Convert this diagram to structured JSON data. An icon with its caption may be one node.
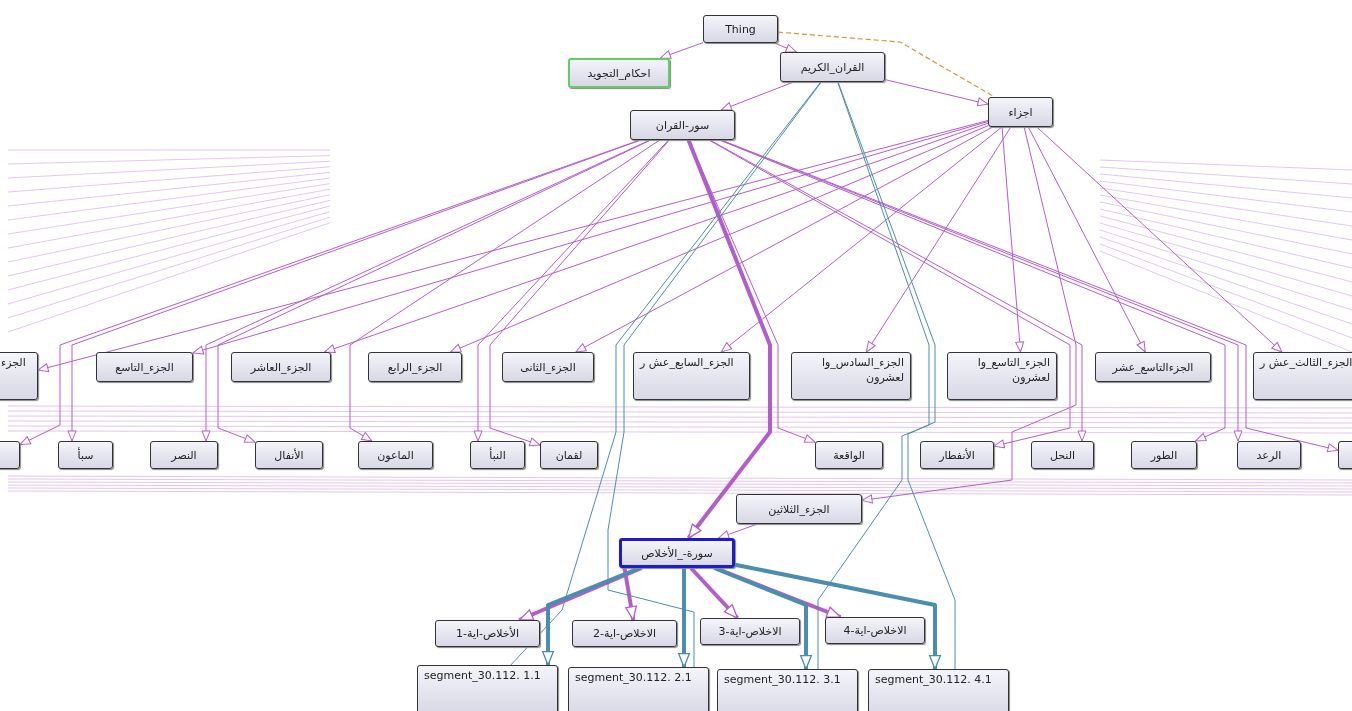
{
  "diagram": {
    "nodes": [
      {
        "text": [
          "Thing"
        ]
      },
      {
        "text": [
          "احكام_التجويد"
        ]
      },
      {
        "text": [
          "القران_الكريم"
        ]
      },
      {
        "text": [
          "اجزاء"
        ]
      },
      {
        "text": [
          "سور-القران"
        ]
      },
      {
        "text": [
          "الجزء"
        ]
      },
      {
        "text": [
          "الجزء_التاسع"
        ]
      },
      {
        "text": [
          "الجزء_العاشر"
        ]
      },
      {
        "text": [
          "الجزء_الرابع"
        ]
      },
      {
        "text": [
          "الجزء_الثانى"
        ]
      },
      {
        "text": [
          "الجزء_السابع_عش ر"
        ]
      },
      {
        "text": [
          "الجزء_السادس_وا لعشرون"
        ]
      },
      {
        "text": [
          "الجزء_التاسع_وا لعشرون"
        ]
      },
      {
        "text": [
          "الجزءالتاسع_عشر"
        ]
      },
      {
        "text": [
          "الجزء_الثالث_عش ر"
        ]
      },
      {
        "text": [],
        "shape": "box"
      },
      {
        "text": [
          "سبأ"
        ]
      },
      {
        "text": [
          "النصر"
        ]
      },
      {
        "text": [
          "الأنفال"
        ]
      },
      {
        "text": [
          "الماعون"
        ]
      },
      {
        "text": [
          "النبأ"
        ]
      },
      {
        "text": [
          "لقمان"
        ]
      },
      {
        "text": [
          "الواقعة"
        ]
      },
      {
        "text": [
          "الأنفطار"
        ]
      },
      {
        "text": [
          "النحل"
        ]
      },
      {
        "text": [
          "الطور"
        ]
      },
      {
        "text": [
          "الرعد"
        ]
      },
      {
        "text": [],
        "shape": "box"
      },
      {
        "text": [
          "الجزء_الثلاثين"
        ]
      },
      {
        "text": [
          "سورة-_الأخلاص"
        ]
      },
      {
        "text": [
          "الأخلاص-اية-1"
        ]
      },
      {
        "text": [
          "الاخلاص-اية-2"
        ]
      },
      {
        "text": [
          "الاخلاص-اية-3"
        ]
      },
      {
        "text": [
          "الاخلاص-اية-4"
        ]
      },
      {
        "text": [
          "segment_30.112. 1.1"
        ]
      },
      {
        "text": [
          "segment_30.112. 2.1"
        ]
      },
      {
        "text": [
          "segment_30.112. 3.1"
        ]
      },
      {
        "text": [
          "segment_30.112. 4.1"
        ]
      }
    ],
    "edges": [
      {
        "from": 0,
        "to": 1,
        "arrow": "to"
      },
      {
        "from": 0,
        "to": 2,
        "arrow": "to"
      },
      {
        "from": 2,
        "to": 3,
        "arrow": "to"
      },
      {
        "from": 0,
        "to": 3,
        "arrow": "none",
        "style": "dashed",
        "color": "#e0903a"
      },
      {
        "from": 2,
        "to": 4,
        "arrow": "to"
      },
      {
        "from": 3,
        "to": 5,
        "arrow": "to"
      },
      {
        "from": 3,
        "to": 6,
        "arrow": "to"
      },
      {
        "from": 3,
        "to": 7,
        "arrow": "to"
      },
      {
        "from": 3,
        "to": 8,
        "arrow": "to"
      },
      {
        "from": 3,
        "to": 9,
        "arrow": "to"
      },
      {
        "from": 3,
        "to": 10,
        "arrow": "to"
      },
      {
        "from": 3,
        "to": 11,
        "arrow": "to"
      },
      {
        "from": 3,
        "to": 12,
        "arrow": "to"
      },
      {
        "from": 3,
        "to": 13,
        "arrow": "to"
      },
      {
        "from": 3,
        "to": 14,
        "arrow": "to"
      },
      {
        "from": 3,
        "to": 28,
        "arrow": "to"
      },
      {
        "from": 4,
        "to": 15,
        "arrow": "to"
      },
      {
        "from": 4,
        "to": 16,
        "arrow": "to"
      },
      {
        "from": 4,
        "to": 17,
        "arrow": "to"
      },
      {
        "from": 4,
        "to": 18,
        "arrow": "to"
      },
      {
        "from": 4,
        "to": 19,
        "arrow": "to"
      },
      {
        "from": 4,
        "to": 20,
        "arrow": "to"
      },
      {
        "from": 4,
        "to": 21,
        "arrow": "to"
      },
      {
        "from": 4,
        "to": 22,
        "arrow": "to"
      },
      {
        "from": 4,
        "to": 23,
        "arrow": "to"
      },
      {
        "from": 4,
        "to": 24,
        "arrow": "to"
      },
      {
        "from": 4,
        "to": 25,
        "arrow": "to"
      },
      {
        "from": 4,
        "to": 26,
        "arrow": "to"
      },
      {
        "from": 4,
        "to": 27,
        "arrow": "to"
      },
      {
        "from": 4,
        "to": 29,
        "arrow": "to",
        "style": "thick"
      },
      {
        "from": 28,
        "to": 29,
        "arrow": "to"
      },
      {
        "from": 29,
        "to": 30,
        "arrow": "to",
        "style": "thick"
      },
      {
        "from": 29,
        "to": 31,
        "arrow": "to",
        "style": "thick"
      },
      {
        "from": 29,
        "to": 32,
        "arrow": "to",
        "style": "thick"
      },
      {
        "from": 29,
        "to": 33,
        "arrow": "to",
        "style": "thick"
      },
      {
        "from": 29,
        "to": 34,
        "arrow": "to",
        "style": "thick",
        "color": "#4a8db0"
      },
      {
        "from": 29,
        "to": 35,
        "arrow": "to",
        "style": "thick",
        "color": "#4a8db0"
      },
      {
        "from": 29,
        "to": 36,
        "arrow": "to",
        "style": "thick",
        "color": "#4a8db0"
      },
      {
        "from": 29,
        "to": 37,
        "arrow": "to",
        "style": "thick",
        "color": "#4a8db0"
      },
      {
        "from": 2,
        "to": 34,
        "arrow": "none",
        "color": "#4a8db0"
      },
      {
        "from": 2,
        "to": 35,
        "arrow": "none",
        "color": "#4a8db0"
      },
      {
        "from": 2,
        "to": 36,
        "arrow": "none",
        "color": "#4a8db0"
      },
      {
        "from": 2,
        "to": 37,
        "arrow": "none",
        "color": "#4a8db0"
      }
    ]
  }
}
